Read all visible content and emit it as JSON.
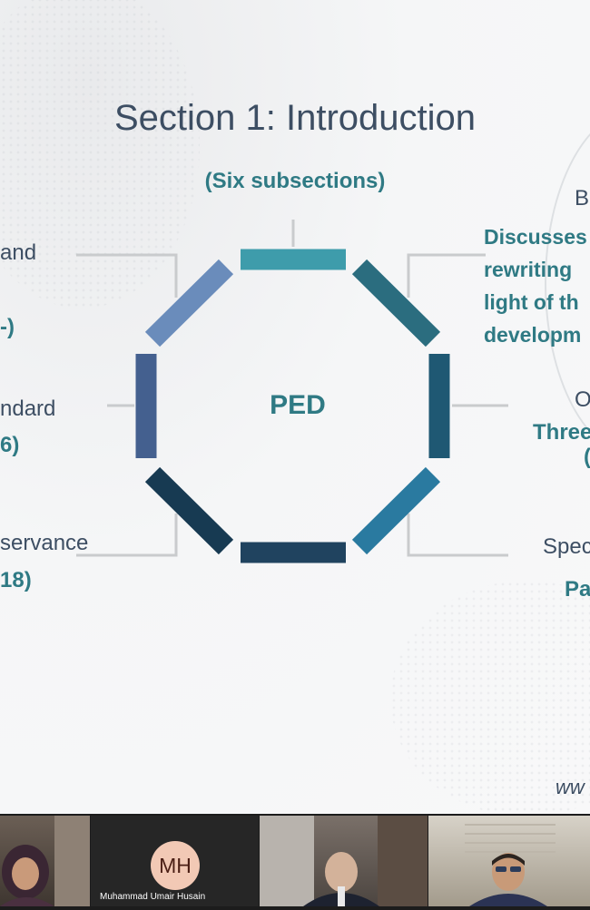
{
  "slide": {
    "title": "Section 1: Introduction",
    "subtitle": "(Six subsections)",
    "center": "PED",
    "left_items": [
      {
        "text": "and",
        "style": "plain"
      },
      {
        "text": "-)",
        "style": "bold"
      },
      {
        "text": "ndard",
        "style": "plain"
      },
      {
        "text": "6)",
        "style": "bold"
      },
      {
        "text": "servance",
        "style": "plain"
      },
      {
        "text": "18)",
        "style": "bold"
      }
    ],
    "right_items": [
      {
        "text": "B",
        "style": "plain"
      },
      {
        "text": "O",
        "style": "plain"
      },
      {
        "text": "Three",
        "style": "bold"
      },
      {
        "text": "(",
        "style": "bold"
      },
      {
        "text": "Spec",
        "style": "plain"
      },
      {
        "text": "Pa",
        "style": "bold"
      }
    ],
    "description_lines": [
      "Discusses",
      "rewriting",
      "light of th",
      "developm"
    ],
    "url_fragment": "ww",
    "segment_colors": [
      "#3e9cab",
      "#2b6d7f",
      "#1f5873",
      "#2a7aa0",
      "#20435f",
      "#173a52",
      "#44608f",
      "#6a8cbb"
    ]
  },
  "participants": [
    {
      "initials": "",
      "name": ""
    },
    {
      "initials": "MH",
      "name": "Muhammad Umair Husain"
    },
    {
      "initials": "",
      "name": ""
    },
    {
      "initials": "",
      "name": ""
    }
  ]
}
